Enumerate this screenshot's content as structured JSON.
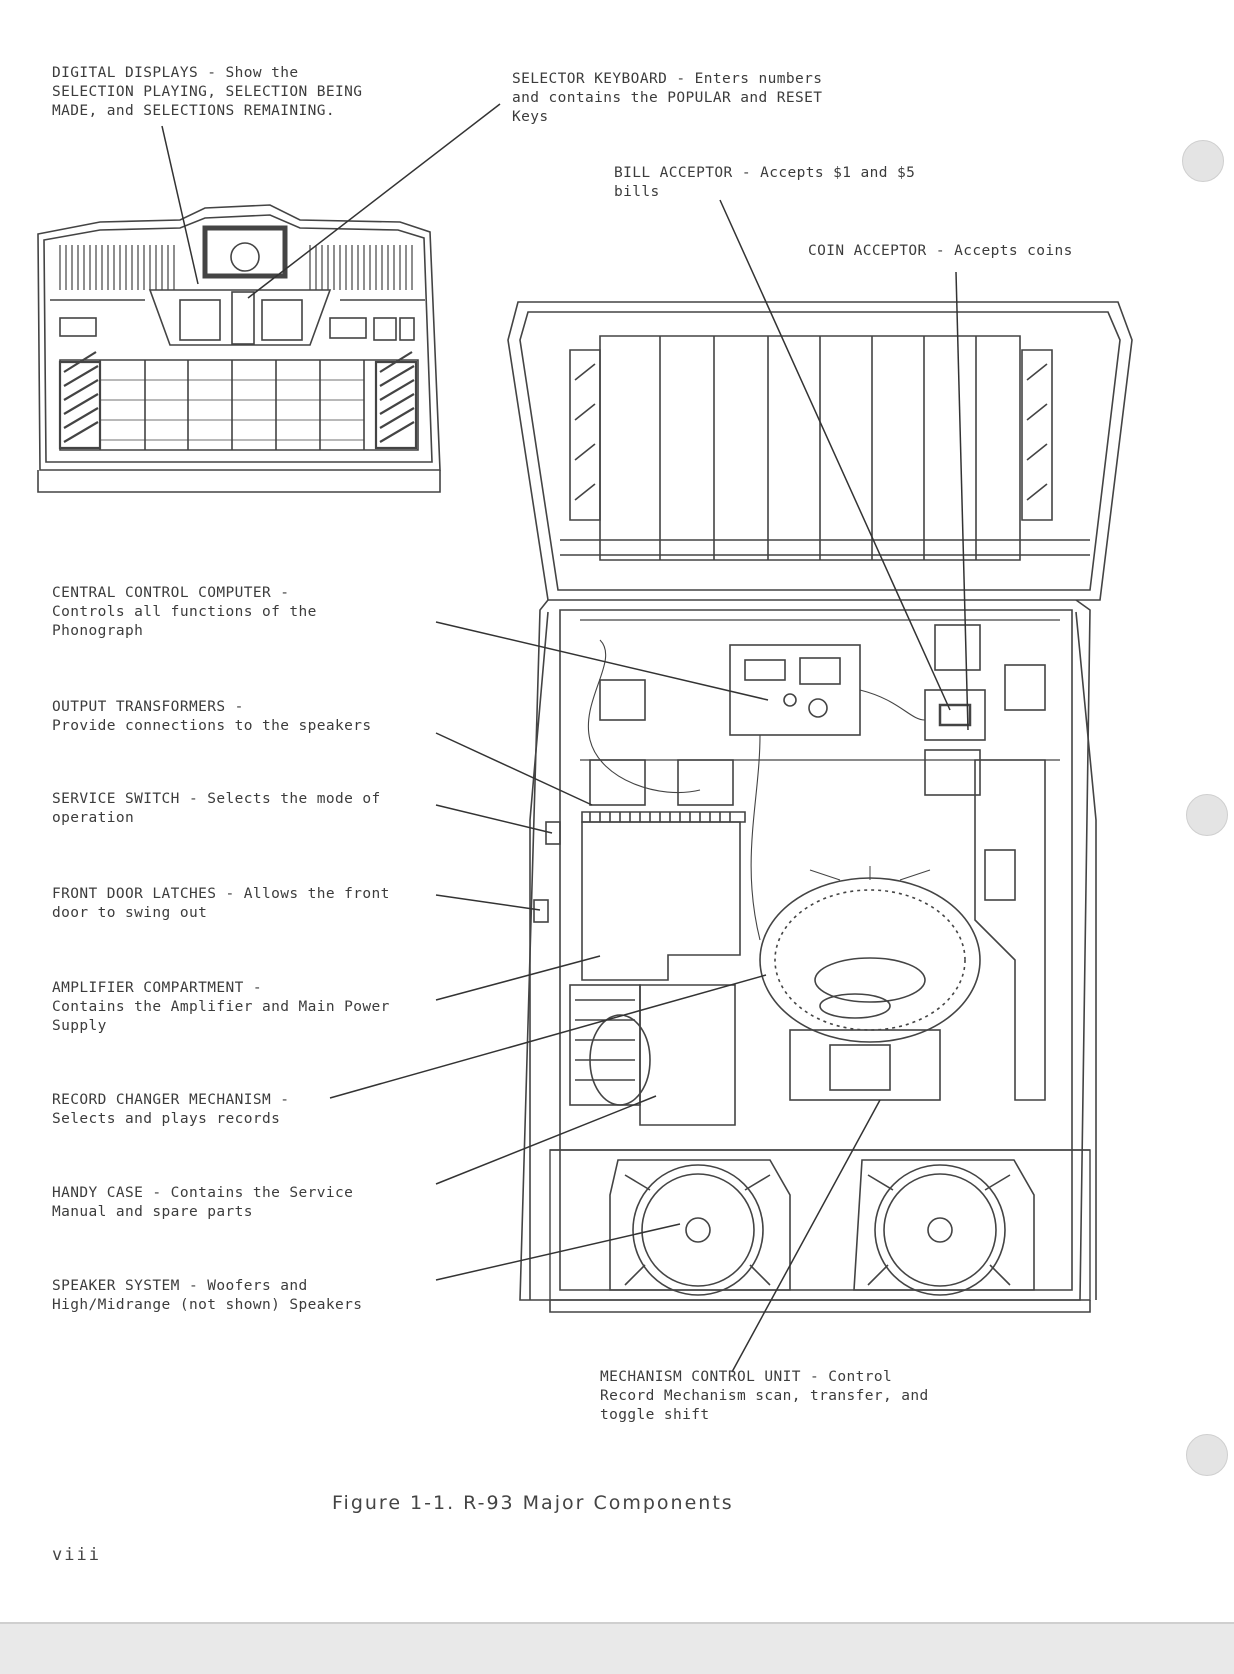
{
  "callouts": {
    "digital_displays": "DIGITAL DISPLAYS - Show the\nSELECTION PLAYING, SELECTION BEING\nMADE, and SELECTIONS REMAINING.",
    "selector_keyboard": "SELECTOR KEYBOARD - Enters numbers\nand contains the POPULAR and RESET\nKeys",
    "bill_acceptor": "BILL ACCEPTOR - Accepts $1 and $5\nbills",
    "coin_acceptor": "COIN ACCEPTOR - Accepts coins",
    "central_control_computer": "CENTRAL CONTROL COMPUTER -\nControls all functions of the\nPhonograph",
    "output_transformers": "OUTPUT TRANSFORMERS -\nProvide connections to the speakers",
    "service_switch": "SERVICE SWITCH - Selects the mode of\noperation",
    "front_door_latches": "FRONT DOOR LATCHES - Allows the front\ndoor to swing out",
    "amplifier_compartment": "AMPLIFIER COMPARTMENT -\nContains the Amplifier and Main Power\nSupply",
    "record_changer_mechanism": "RECORD CHANGER MECHANISM -\nSelects and plays records",
    "handy_case": "HANDY CASE - Contains the Service\nManual and spare parts",
    "speaker_system": "SPEAKER SYSTEM - Woofers and\nHigh/Midrange (not shown) Speakers",
    "mechanism_control_unit": "MECHANISM CONTROL UNIT - Control\nRecord Mechanism scan, transfer, and\ntoggle shift"
  },
  "figure_caption": "Figure 1-1.  R-93 Major Components",
  "page_number": "viii",
  "colors": {
    "ink": "#3c3c3c",
    "paper": "#ffffff",
    "punch_hole": "#e4e4e4"
  }
}
